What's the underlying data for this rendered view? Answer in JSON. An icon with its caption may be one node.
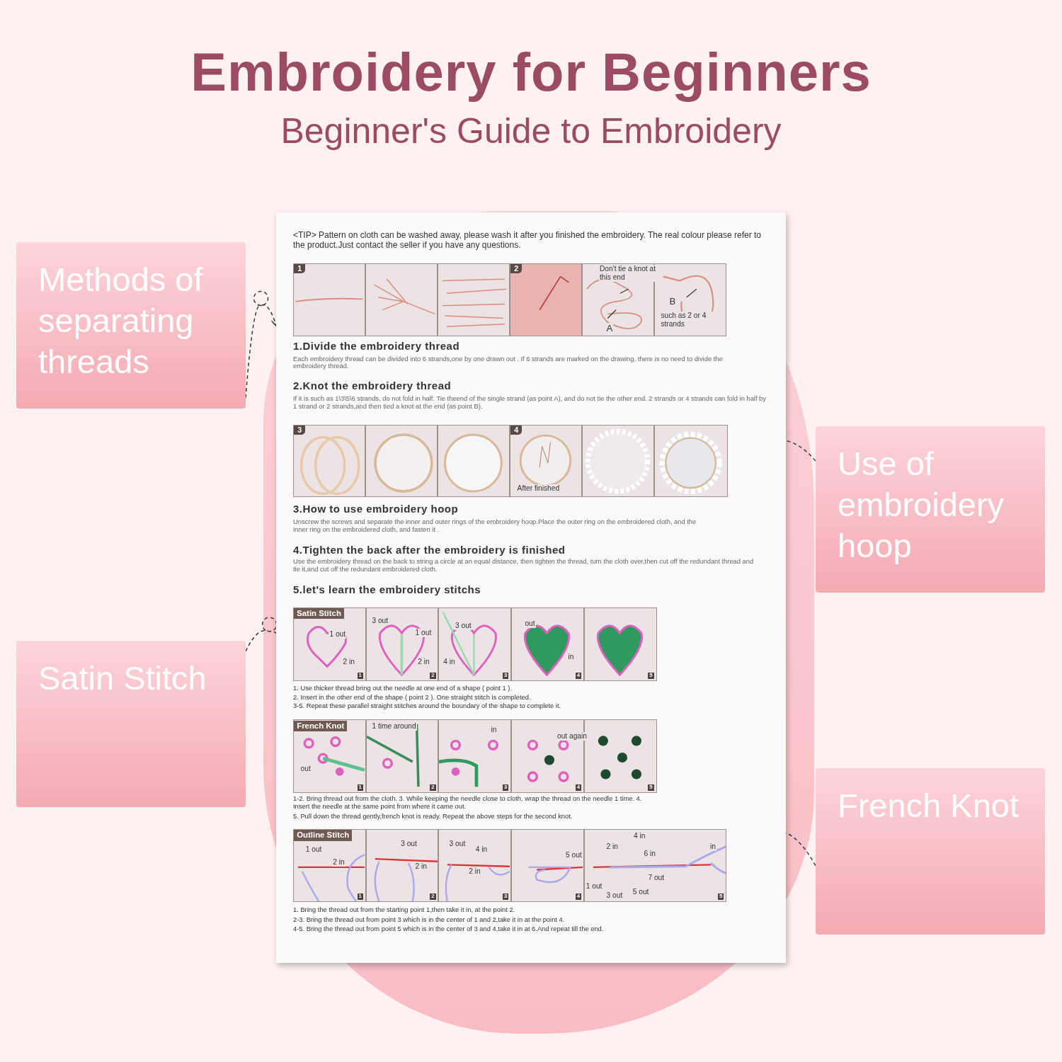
{
  "diagram": {
    "title": "Embroidery for Beginners",
    "nodes": [
      {
        "text": [
          "Methods of separating threads"
        ]
      },
      {
        "text": [],
        "shape": "box"
      },
      {
        "text": [
          "Use of embroidery hoop"
        ]
      },
      {
        "text": [],
        "shape": "picture",
        "in": 1
      },
      {
        "text": [
          "Satin Stitch"
        ]
      },
      {
        "text": [],
        "shape": "picture",
        "in": 1
      },
      {
        "text": [
          "French Knot"
        ]
      },
      {
        "text": [],
        "shape": "picture",
        "in": 1
      }
    ],
    "edges": [
      {
        "from": 0,
        "to": 1,
        "arrow": "to",
        "style": "dashed"
      },
      {
        "from": 2,
        "to": 3,
        "arrow": "to",
        "style": "dashed"
      },
      {
        "from": 4,
        "to": 5,
        "arrow": "to",
        "style": "dashed"
      },
      {
        "from": 6,
        "to": 7,
        "arrow": "to",
        "style": "dashed"
      }
    ],
    "labels": [
      "Beginner's Guide to Embroidery",
      "<TIP> Pattern on cloth can be washed away, please wash it after you finished the embroidery. The real colour please refer to the product.Just contact the seller if you have any questions.",
      "1",
      "2",
      "Don't tie a knot at this end",
      "B",
      "such as 2 or 4 strands",
      "A",
      "1.Divide the embroidery thread",
      "Each embroidery thread can be divided into 6 strands,one by one drawn out . If 6 strands are marked on the drawing, there is no need to divide the embroidery thread.",
      "2.Knot the embroidery thread",
      "If it is such as 1\\3\\5\\6 strands, do not fold in half. Tie theend of the single strand (as point A), and do not tie the other end. 2 strands or 4 strands can fold in half by 1 strand or 2 strands,and then tied a knot at the end (as point B).",
      "3",
      "4",
      "After finished",
      "3.How to use embroidery hoop",
      "Unscrew the screws and separate the inner and outer rings of the embroidery hoop.Place the outer ring on the embroidered cloth, and the inner ring on the embroidered cloth, and fasten it .",
      "4.Tighten the back after the embroidery is finished",
      "Use the embroidery thread on the back to string a circle at an equal distance, then tighten the thread, turn the cloth over,then cut off the redundant thread and tie it,and cut off the redundant embroidered cloth.",
      "5.let's learn the embroidery stitchs",
      "Satin Stitch",
      "1 out",
      "2 in",
      "1",
      "3 out",
      "1 out",
      "2 in",
      "2",
      "3 out",
      "4 in",
      "3",
      "out",
      "in",
      "4",
      "5",
      "1. Use thicker thread bring out the needle at one end of a shape ( point 1 ).",
      "2. Insert in the other end of the shape ( point 2 ). One straight stitch is completed.",
      "3-5. Repeat these parallel straight stitches around the boundary of the shape to complete it.",
      "French Knot",
      "out",
      "1",
      "1 time around",
      "2",
      "in",
      "3",
      "out again",
      "4",
      "5",
      "1-2. Bring thread out from the cloth. 3. While keeping the needle close to cloth, wrap the thread on the needle 1 time. 4. Insert the needle at the same point from where it came out.",
      "5. Pull down the thread gently,french knot is ready. Repeat the above steps for the second knot.",
      "Outline Stitch",
      "1 out",
      "2 in",
      "1",
      "3 out",
      "2 in",
      "2",
      "3 out",
      "4 in",
      "2 in",
      "3",
      "5 out",
      "4",
      "4 in",
      "2 in",
      "6 in",
      "7 out",
      "1 out",
      "3 out",
      "5 out",
      "in",
      "5",
      "1. Bring the thread out from the starting point 1,then take it in, at the point 2.",
      "2-3. Bring the thread out from point 3 which is in the center of 1 and 2,take it in at the point 4.",
      "4-5. Bring the thread out from point 5 which is in the center of 3 and 4,take it in at 6.And repeat till the end."
    ]
  }
}
